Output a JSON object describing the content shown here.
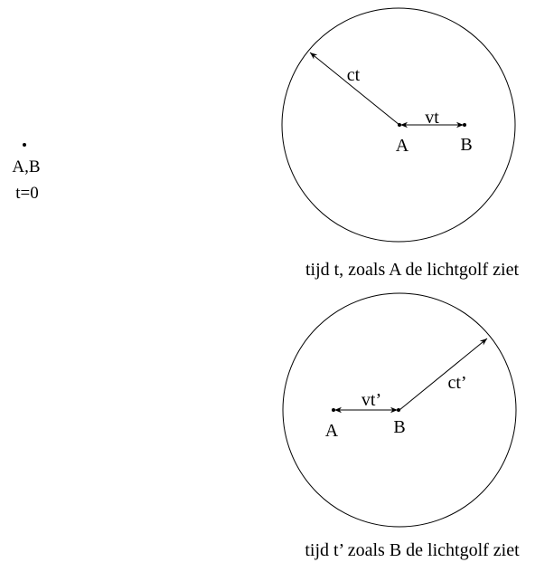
{
  "initial": {
    "label_points": "A,B",
    "label_time": "t=0"
  },
  "frame_a": {
    "radius_label": "ct",
    "velocity_label": "vt",
    "point_a_label": "A",
    "point_b_label": "B",
    "caption": "tijd t, zoals A de lichtgolf ziet"
  },
  "frame_b": {
    "radius_label": "ct’",
    "velocity_label": "vt’",
    "point_a_label": "A",
    "point_b_label": "B",
    "caption": "tijd t’ zoals B de lichtgolf ziet"
  },
  "colors": {
    "stroke": "#000000",
    "background": "#ffffff"
  }
}
